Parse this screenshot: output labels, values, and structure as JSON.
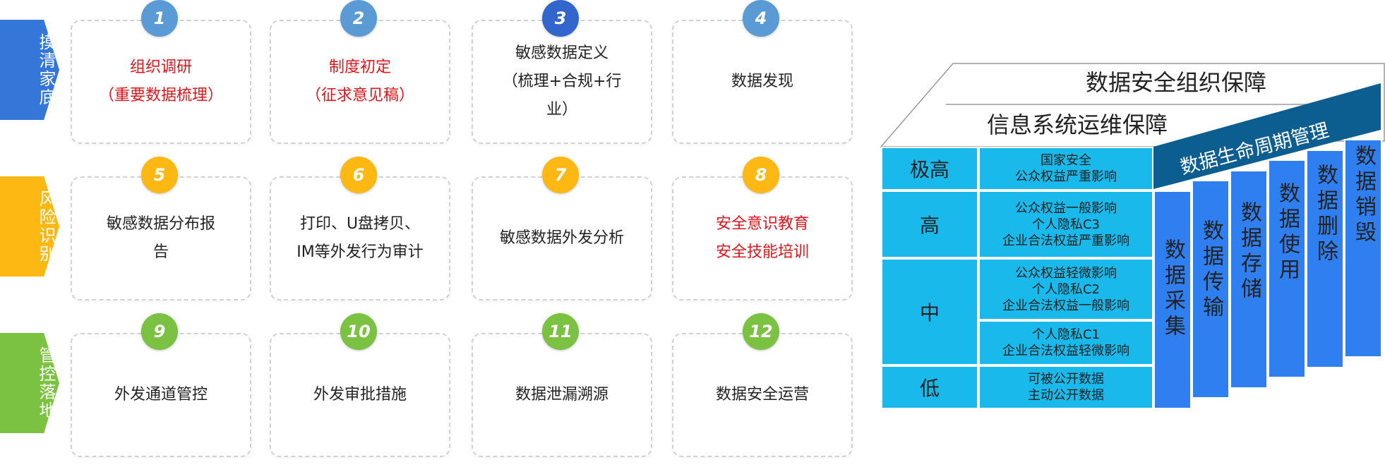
{
  "phases": [
    {
      "label": "摸清家底",
      "color": "#3576d9"
    },
    {
      "label": "风险识别",
      "color": "#fdb813"
    },
    {
      "label": "管控落地",
      "color": "#7bc142"
    }
  ],
  "steps": [
    {
      "num": "1",
      "lines": [
        "组织调研",
        "（重要数据梳理）"
      ],
      "red": true,
      "badge_color": "#5b9bd5"
    },
    {
      "num": "2",
      "lines": [
        "制度初定",
        "（征求意见稿）"
      ],
      "red": true,
      "badge_color": "#5b9bd5"
    },
    {
      "num": "3",
      "lines": [
        "敏感数据定义",
        "（梳理+合规+行",
        "业）"
      ],
      "red": false,
      "badge_color": "#3366cc"
    },
    {
      "num": "4",
      "lines": [
        "数据发现"
      ],
      "red": false,
      "badge_color": "#5b9bd5"
    },
    {
      "num": "5",
      "lines": [
        "敏感数据分布报",
        "告"
      ],
      "red": false,
      "badge_color": "#fdb813"
    },
    {
      "num": "6",
      "lines": [
        "打印、U盘拷贝、",
        "IM等外发行为审计"
      ],
      "red": false,
      "badge_color": "#fdb813"
    },
    {
      "num": "7",
      "lines": [
        "敏感数据外发分析"
      ],
      "red": false,
      "badge_color": "#fdb813"
    },
    {
      "num": "8",
      "lines": [
        "安全意识教育",
        "安全技能培训"
      ],
      "red": true,
      "badge_color": "#fdb813"
    },
    {
      "num": "9",
      "lines": [
        "外发通道管控"
      ],
      "red": false,
      "badge_color": "#7bc142"
    },
    {
      "num": "10",
      "lines": [
        "外发审批措施"
      ],
      "red": false,
      "badge_color": "#7bc142"
    },
    {
      "num": "11",
      "lines": [
        "数据泄漏溯源"
      ],
      "red": false,
      "badge_color": "#7bc142"
    },
    {
      "num": "12",
      "lines": [
        "数据安全运营"
      ],
      "red": false,
      "badge_color": "#7bc142"
    }
  ],
  "cube": {
    "top_back_label": "数据安全组织保障",
    "top_front_label": "信息系统运维保障",
    "lifecycle_label": "数据生命周期管理",
    "levels": [
      {
        "label": "极高",
        "descs": [
          [
            "国家安全",
            "公众权益严重影响"
          ]
        ]
      },
      {
        "label": "高",
        "descs": [
          [
            "公众权益一般影响",
            "个人隐私C3",
            "企业合法权益严重影响"
          ]
        ]
      },
      {
        "label": "中",
        "descs": [
          [
            "公众权益轻微影响",
            "个人隐私C2",
            "企业合法权益一般影响"
          ],
          [
            "个人隐私C1",
            "企业合法权益轻微影响"
          ]
        ]
      },
      {
        "label": "低",
        "descs": [
          [
            "可被公开数据",
            "主动公开数据"
          ]
        ]
      }
    ],
    "columns": [
      "数据采集",
      "数据传输",
      "数据存储",
      "数据使用",
      "数据删除",
      "数据销毁"
    ],
    "colors": {
      "face": "#19b9ec",
      "band": "#0d5e90",
      "columns": "#2f7ff0"
    }
  }
}
